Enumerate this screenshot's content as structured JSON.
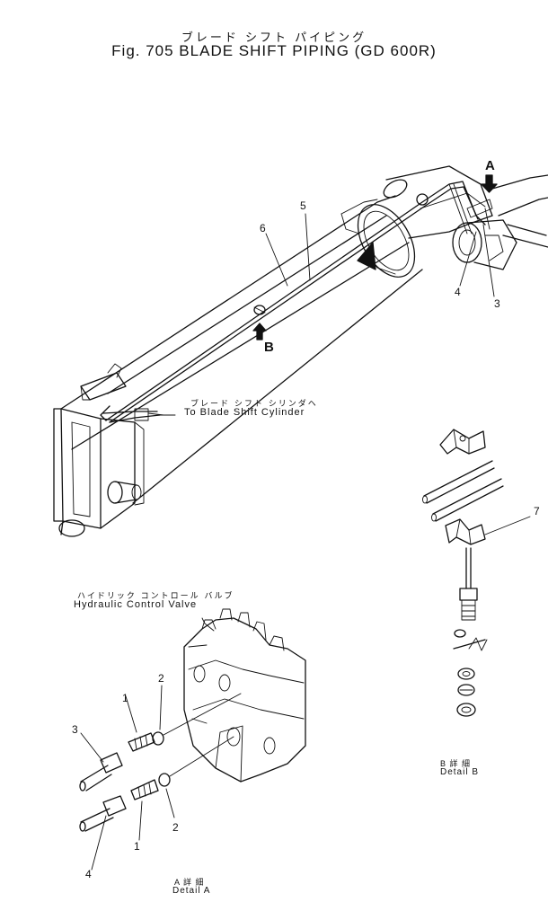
{
  "title": {
    "japanese": "ブレード シフト パイピング",
    "english": "Fig. 705 BLADE SHIFT PIPING (GD 600R)"
  },
  "labels": {
    "to_cylinder_jp": "ブレード シフト シリンダヘ",
    "to_cylinder_en": "To Blade Shift Cylinder",
    "valve_jp": "ハイドリック コントロール バルブ",
    "valve_en": "Hydraulic Control Valve",
    "view_a": "A",
    "view_b": "B",
    "detail_a_jp": "A 詳 細",
    "detail_a_en": "Detail A",
    "detail_b_jp": "B 詳 細",
    "detail_b_en": "Detail B"
  },
  "callouts": {
    "main_6": "6",
    "main_5": "5",
    "main_4": "4",
    "main_3": "3",
    "detail_b_7": "7",
    "detail_a_2_top": "2",
    "detail_a_1_top": "1",
    "detail_a_3": "3",
    "detail_a_2_bottom": "2",
    "detail_a_1_bottom": "1",
    "detail_a_4": "4"
  }
}
